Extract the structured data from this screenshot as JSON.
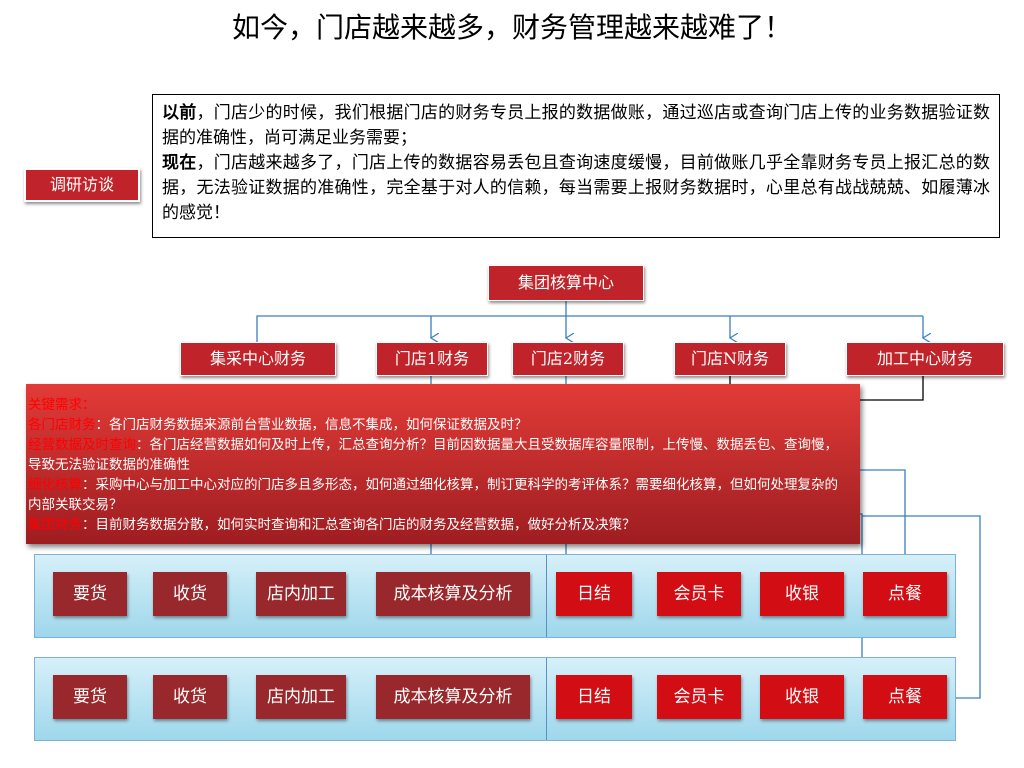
{
  "title": "如今，门店越来越多，财务管理越来越难了！",
  "tag": "调研访谈",
  "description": {
    "p1_bold": "以前",
    "p1_text": "，门店少的时候，我们根据门店的财务专员上报的数据做账，通过巡店或查询门店上传的业务数据验证数据的准确性，尚可满足业务需要；",
    "p2_bold": "现在",
    "p2_text": "，门店越来越多了，门店上传的数据容易丢包且查询速度缓慢，目前做账几乎全靠财务专员上报汇总的数据，无法验证数据的准确性，完全基于对人的信赖，每当需要上报财务数据时，心里总有战战兢兢、如履薄冰的感觉！"
  },
  "org": {
    "center": "集团核算中心",
    "nodes": [
      "集采中心财务",
      "门店1财务",
      "门店2财务",
      "门店N财务",
      "加工中心财务"
    ]
  },
  "requirements": {
    "heading": "关键需求：",
    "items": [
      {
        "label": "各门店财务",
        "text": "：各门店财务数据来源前台营业数据，信息不集成，如何保证数据及时？"
      },
      {
        "label": "经营数据及时查询",
        "text": "：各门店经营数据如何及时上传，汇总查询分析？目前因数据量大且受数据库容量限制，上传慢、数据丢包、查询慢，导致无法验证数据的准确性"
      },
      {
        "label": "细化核算",
        "text": "：采购中心与加工中心对应的门店多且多形态，如何通过细化核算，制订更科学的考评体系？需要细化核算，但如何处理复杂的内部关联交易？"
      },
      {
        "label": "集团财务",
        "text": "：目前财务数据分散，如何实时查询和汇总查询各门店的财务及经营数据，做好分析及决策？"
      }
    ]
  },
  "stores": [
    {
      "modules": [
        "要货",
        "收货",
        "店内加工",
        "成本核算及分析",
        "日结",
        "会员卡",
        "收银",
        "点餐"
      ]
    },
    {
      "modules": [
        "要货",
        "收货",
        "店内加工",
        "成本核算及分析",
        "日结",
        "会员卡",
        "收银",
        "点餐"
      ]
    }
  ],
  "colors": {
    "accent_red": "#c0242a",
    "bright_red": "#d20d14",
    "dark_red": "#99282c",
    "band_blue": "#9ed7eb",
    "line_blue": "#3a7fc0"
  }
}
